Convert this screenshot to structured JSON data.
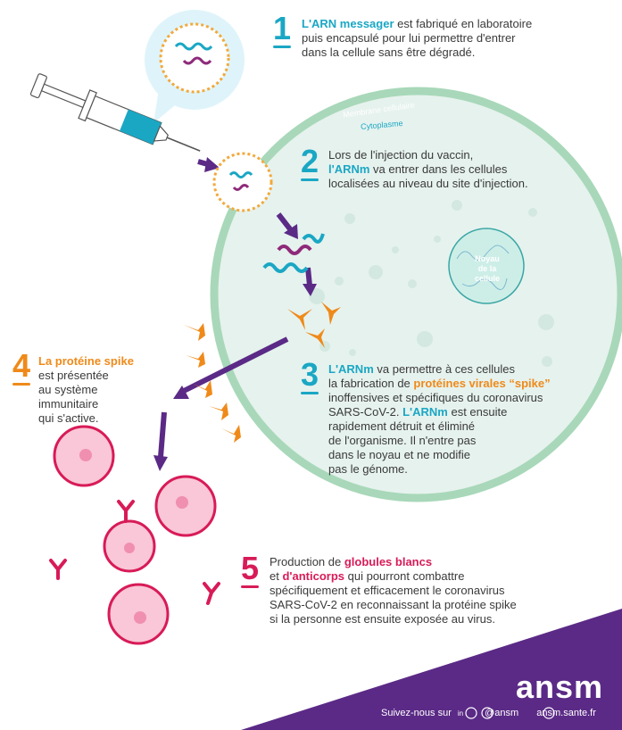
{
  "membrane_label": "Membrane cellulaire",
  "cytoplasm_label": "Cytoplasme",
  "nucleus_label": [
    "Noyau",
    "de la",
    "cellule"
  ],
  "step1": {
    "number": "1",
    "highlight": "L'ARN messager",
    "text_rest": " est fabriqué en laboratoire",
    "line2": "puis encapsulé pour lui permettre d'entrer",
    "line3": "dans la cellule sans être dégradé."
  },
  "step2": {
    "number": "2",
    "line1": "Lors de l'injection du vaccin,",
    "highlight": "l'ARNm",
    "line2_rest": " va entrer dans les cellules",
    "line3": "localisées au niveau du site d'injection."
  },
  "step3": {
    "number": "3",
    "highlight1": "L'ARNm",
    "line1_rest": " va permettre à ces cellules",
    "line2_pre": "la fabrication de ",
    "highlight2": "protéines virales “spike”",
    "line3": "inoffensives et spécifiques du coronavirus",
    "line4_pre": "SARS-CoV-2. ",
    "highlight3": "L'ARNm",
    "line4_rest": " est ensuite",
    "line5": "rapidement détruit et éliminé",
    "line6": "de l'organisme. Il n'entre pas",
    "line7": "dans le noyau et ne modifie",
    "line8": "pas le génome."
  },
  "step4": {
    "number": "4",
    "highlight": "La protéine spike",
    "line2": "est présentée",
    "line3": "au système",
    "line4": "immunitaire",
    "line5": "qui s'active."
  },
  "step5": {
    "number": "5",
    "line1_pre": "Production de ",
    "highlight1": "globules blancs",
    "line2_pre": "et ",
    "highlight2": "d'anticorps",
    "line2_rest": " qui pourront combattre",
    "line3": "spécifiquement et efficacement le coronavirus",
    "line4": "SARS-CoV-2 en reconnaissant la protéine spike",
    "line5": "si la personne est ensuite exposée au virus."
  },
  "footer": {
    "logo": "ansm",
    "follow_text": "Suivez-nous sur",
    "handle": "@ansm",
    "site": "ansm.sante.fr"
  },
  "colors": {
    "teal": "#1aa7c4",
    "orange": "#ef8a1a",
    "pink": "#d81b58",
    "purple": "#5b2a86",
    "cell_fill": "#e6f2ee",
    "membrane": "#a8d8b9"
  }
}
